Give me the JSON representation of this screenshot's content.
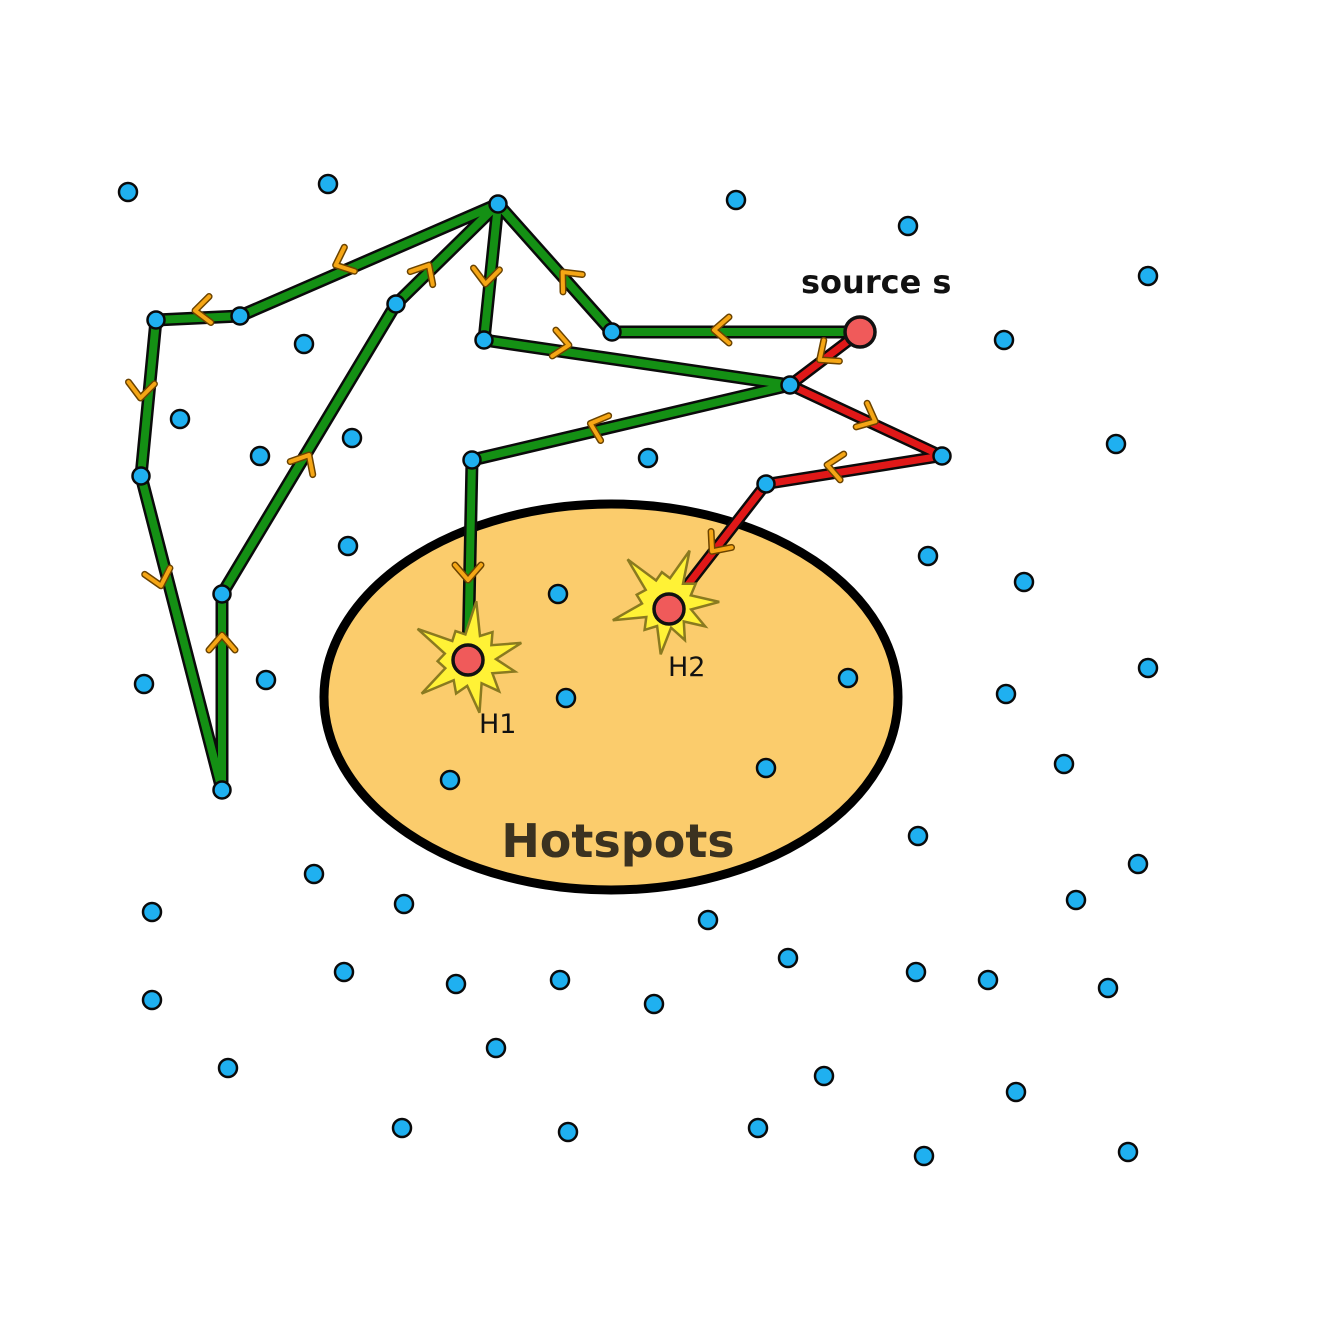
{
  "labels": {
    "source": "source s",
    "hotspot_1": "H1",
    "hotspot_2": "H2",
    "region": "Hotspots"
  },
  "colors": {
    "background": "#ffffff",
    "node_fill": "#1fb0f0",
    "node_stroke": "#0a0a0a",
    "green_path": "#149014",
    "red_path": "#e01818",
    "path_outline": "#0b0b0b",
    "arrow_chevron": "#f5a615",
    "hotspot_region_fill": "#fbcc6c",
    "hotspot_region_stroke": "#000000",
    "special_node_fill": "#f05a5a",
    "burst_fill": "#fff236",
    "burst_stroke": "#8a7a20"
  }
}
